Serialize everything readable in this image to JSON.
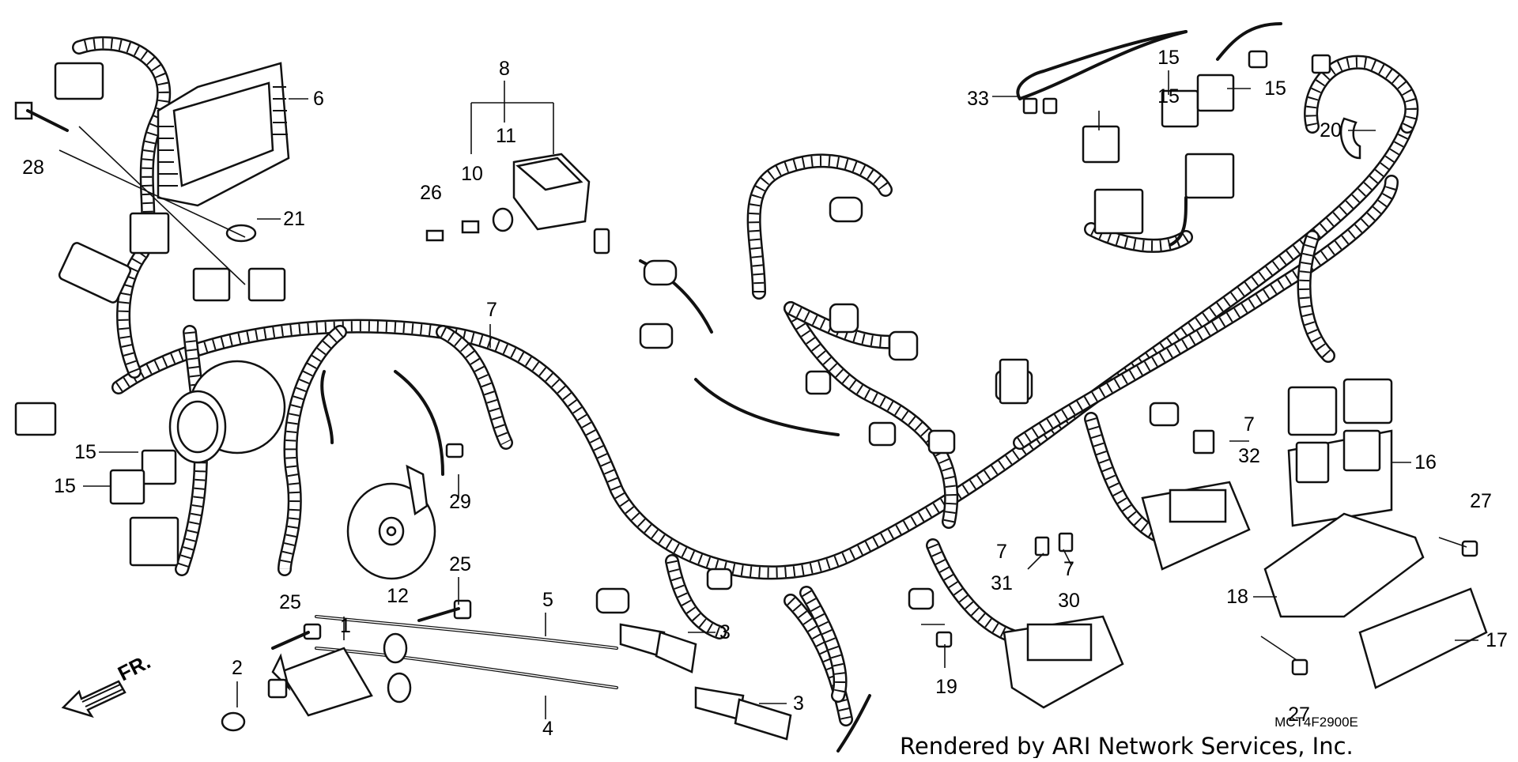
{
  "diagram": {
    "credit": "Rendered by ARI Network Services, Inc.",
    "code": "MCT4F2900E",
    "direction": "FR.",
    "callouts": {
      "c1": "1",
      "c2": "2",
      "c3a": "3",
      "c3b": "3",
      "c4": "4",
      "c5": "5",
      "c6": "6",
      "c7a": "7",
      "c7b": "7",
      "c7c": "7",
      "c7d": "7",
      "c8": "8",
      "c10": "10",
      "c11": "11",
      "c12": "12",
      "c15a": "15",
      "c15b": "15",
      "c15c": "15",
      "c15d": "15",
      "c15e": "15",
      "c16": "16",
      "c17": "17",
      "c18": "18",
      "c19": "19",
      "c20": "20",
      "c21": "21",
      "c25a": "25",
      "c25b": "25",
      "c26": "26",
      "c27a": "27",
      "c27b": "27",
      "c28": "28",
      "c29": "29",
      "c30": "30",
      "c31": "31",
      "c32": "32",
      "c33": "33"
    }
  }
}
